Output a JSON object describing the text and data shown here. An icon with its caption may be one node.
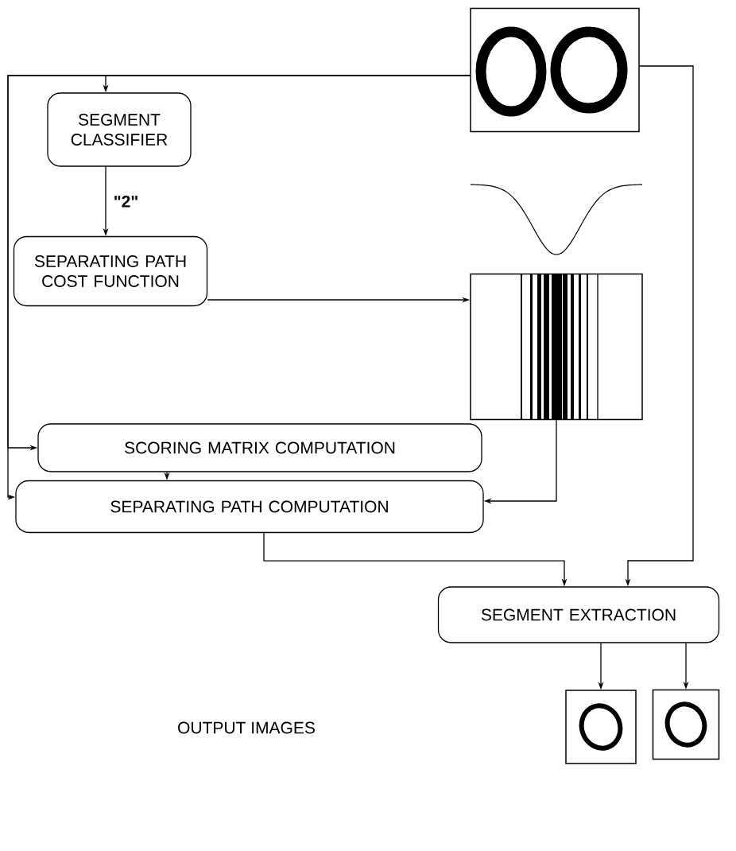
{
  "diagram": {
    "nodes": [
      {
        "text": [],
        "shape": "picture"
      },
      {
        "text": [
          "SEGMENT CLASSIFIER"
        ]
      },
      {
        "text": [
          "SEPARATING PATH COST FUNCTION"
        ]
      },
      {
        "text": [],
        "shape": "picture"
      },
      {
        "text": [
          "SCORING MATRIX COMPUTATION"
        ]
      },
      {
        "text": [
          "SEPARATING PATH COMPUTATION"
        ]
      },
      {
        "text": [
          "SEGMENT EXTRACTION"
        ]
      },
      {
        "text": [],
        "shape": "picture"
      },
      {
        "text": [],
        "shape": "picture"
      }
    ],
    "edges": [
      {
        "from": 0,
        "to": 1,
        "arrow": "to"
      },
      {
        "from": 0,
        "to": 4,
        "arrow": "to"
      },
      {
        "from": 0,
        "to": 5,
        "arrow": "to"
      },
      {
        "from": 1,
        "to": 2,
        "arrow": "to",
        "label": "\"2\""
      },
      {
        "from": 2,
        "to": 3,
        "arrow": "to"
      },
      {
        "from": 3,
        "to": 5,
        "arrow": "to"
      },
      {
        "from": 4,
        "to": 5,
        "arrow": "to"
      },
      {
        "from": 5,
        "to": 6,
        "arrow": "to"
      },
      {
        "from": 0,
        "to": 6,
        "arrow": "to"
      },
      {
        "from": 6,
        "to": 7,
        "arrow": "to"
      },
      {
        "from": 6,
        "to": 8,
        "arrow": "to"
      }
    ],
    "labels": [
      "OUTPUT IMAGES"
    ]
  }
}
